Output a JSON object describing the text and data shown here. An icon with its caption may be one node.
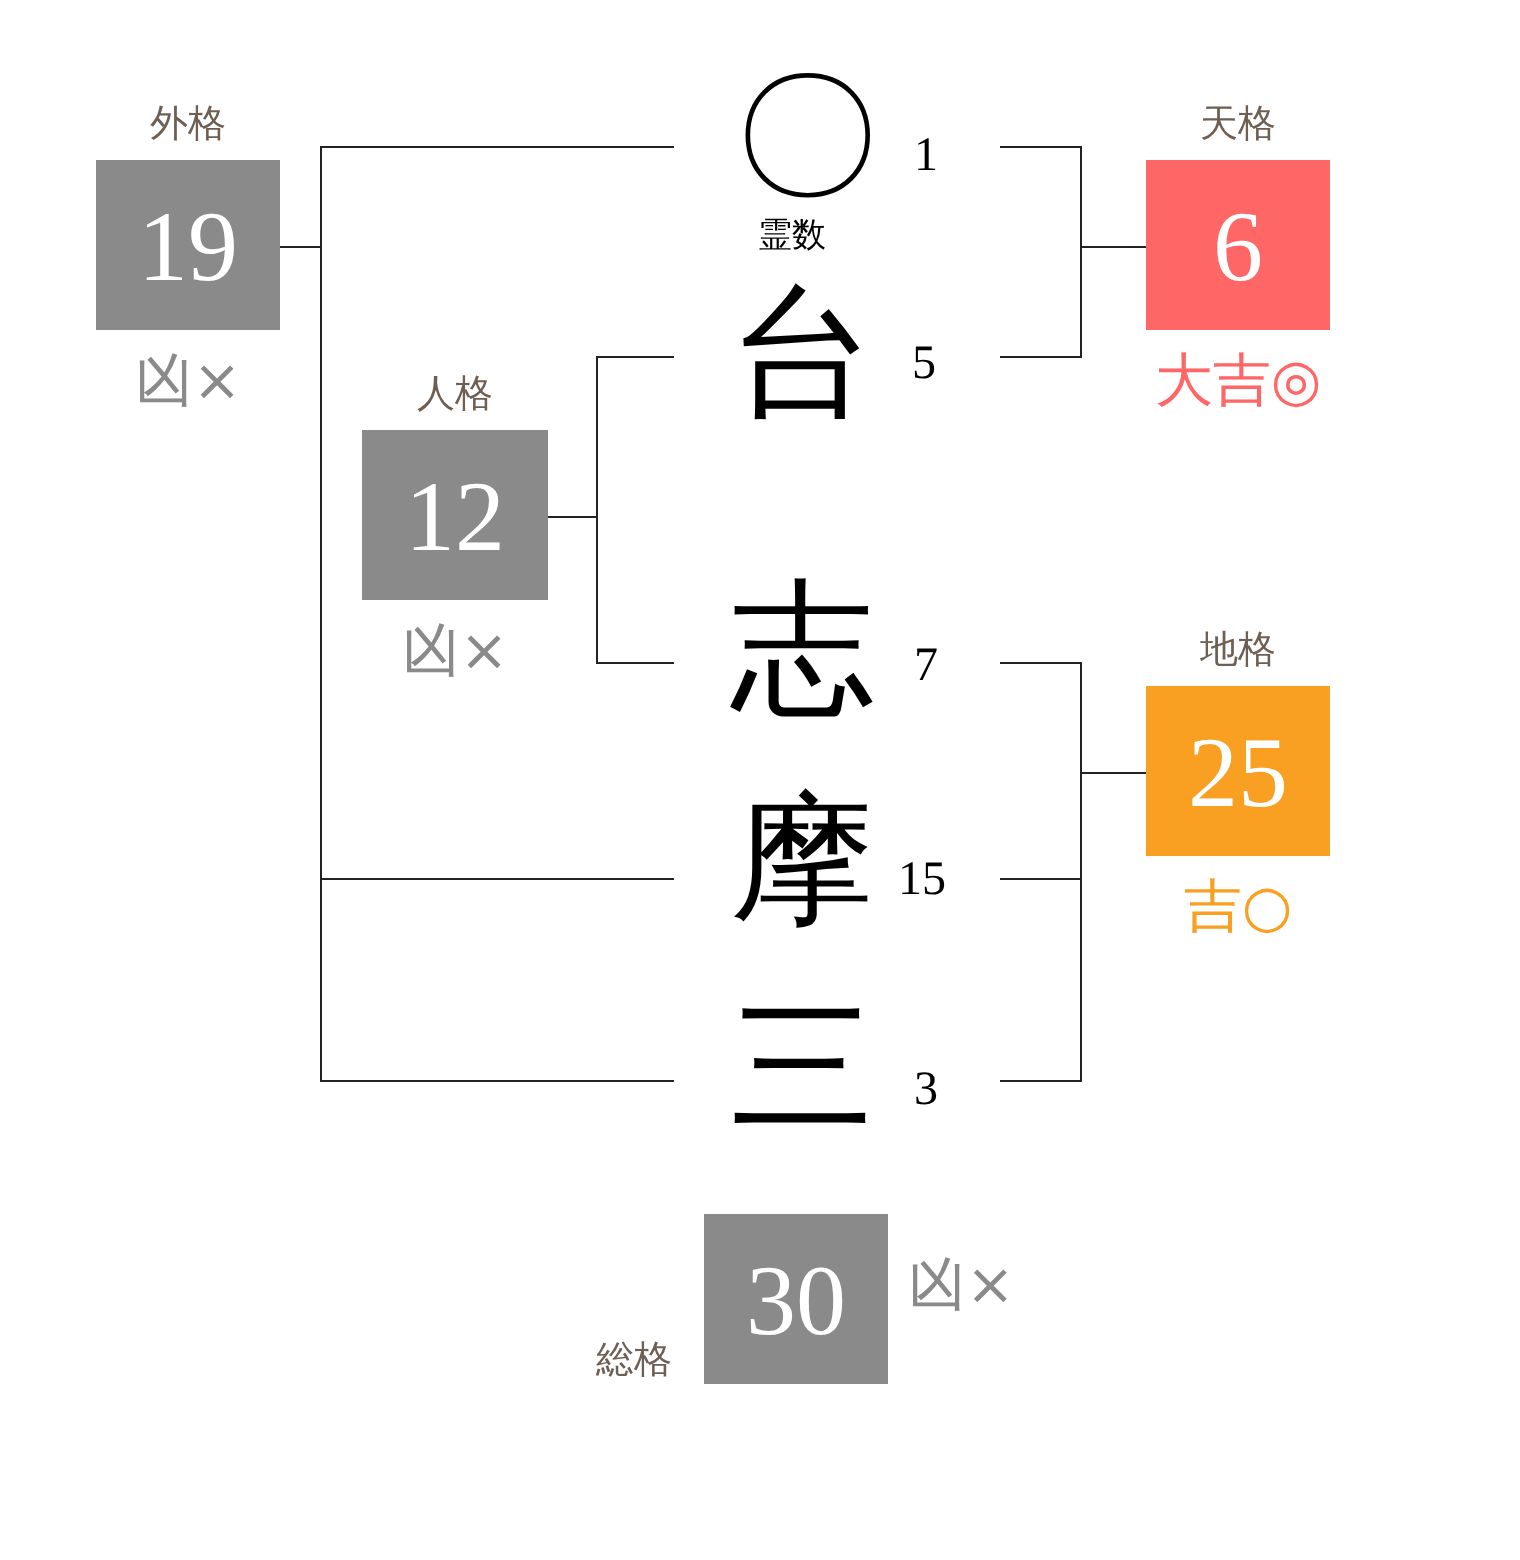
{
  "diagram": {
    "nodes": [
      {
        "text": [
          "外格",
          "19"
        ],
        "beside": [
          "凶×"
        ]
      },
      {
        "text": [
          "〇"
        ],
        "beside": [
          "1",
          "霊数"
        ]
      },
      {
        "text": [
          "天格",
          "6"
        ],
        "beside": [
          "大吉◎"
        ]
      },
      {
        "text": [
          "台"
        ],
        "beside": [
          "5"
        ]
      },
      {
        "text": [
          "人格",
          "12"
        ],
        "beside": [
          "凶×"
        ]
      },
      {
        "text": [
          "志"
        ],
        "beside": [
          "7"
        ]
      },
      {
        "text": [
          "地格",
          "25"
        ],
        "beside": [
          "吉○"
        ]
      },
      {
        "text": [
          "摩"
        ],
        "beside": [
          "15"
        ]
      },
      {
        "text": [
          "三"
        ],
        "beside": [
          "3"
        ]
      },
      {
        "text": [
          "総格",
          "30"
        ],
        "beside": [
          "凶×"
        ]
      }
    ],
    "edges": [
      {
        "from": 1,
        "to": 2,
        "arrow": "none"
      },
      {
        "from": 3,
        "to": 2,
        "arrow": "none"
      },
      {
        "from": 3,
        "to": 4,
        "arrow": "none"
      },
      {
        "from": 5,
        "to": 4,
        "arrow": "none"
      },
      {
        "from": 5,
        "to": 6,
        "arrow": "none"
      },
      {
        "from": 7,
        "to": 6,
        "arrow": "none"
      },
      {
        "from": 8,
        "to": 6,
        "arrow": "none"
      },
      {
        "from": 1,
        "to": 0,
        "arrow": "none"
      },
      {
        "from": 7,
        "to": 0,
        "arrow": "none"
      },
      {
        "from": 8,
        "to": 0,
        "arrow": "none"
      }
    ]
  }
}
